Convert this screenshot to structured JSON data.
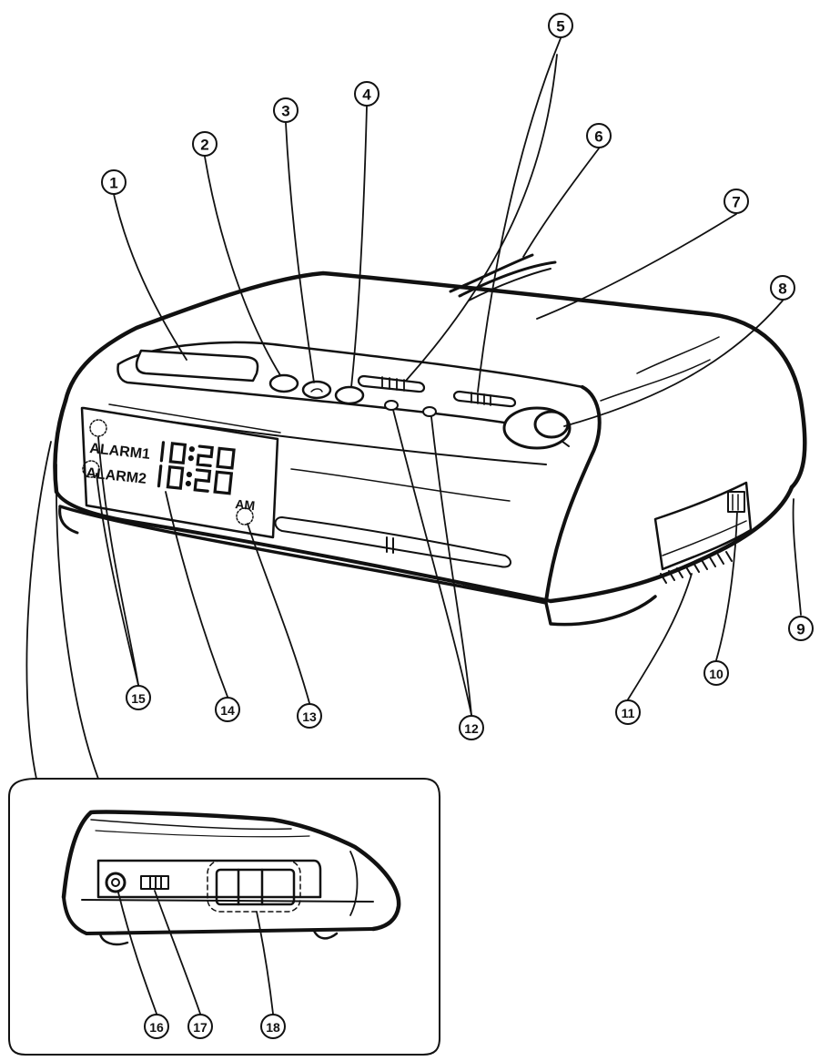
{
  "display": {
    "alarm1_label": "ALARM1",
    "alarm2_label": "ALARM2",
    "time_top": "10:20",
    "time_bottom": "10:20",
    "meridiem": "AM"
  },
  "callouts": [
    {
      "id": 1,
      "label": "①"
    },
    {
      "id": 2,
      "label": "②"
    },
    {
      "id": 3,
      "label": "③"
    },
    {
      "id": 4,
      "label": "④"
    },
    {
      "id": 5,
      "label": "⑤"
    },
    {
      "id": 6,
      "label": "⑥"
    },
    {
      "id": 7,
      "label": "⑦"
    },
    {
      "id": 8,
      "label": "⑧"
    },
    {
      "id": 9,
      "label": "⑨"
    },
    {
      "id": 10,
      "label": "⑩"
    },
    {
      "id": 11,
      "label": "⑪"
    },
    {
      "id": 12,
      "label": "⑫"
    },
    {
      "id": 13,
      "label": "⑬"
    },
    {
      "id": 14,
      "label": "⑭"
    },
    {
      "id": 15,
      "label": "⑮"
    },
    {
      "id": 16,
      "label": "⑯"
    },
    {
      "id": 17,
      "label": "⑰"
    },
    {
      "id": 18,
      "label": "⑱"
    }
  ],
  "colors": {
    "ink": "#111111",
    "paper": "#ffffff"
  }
}
